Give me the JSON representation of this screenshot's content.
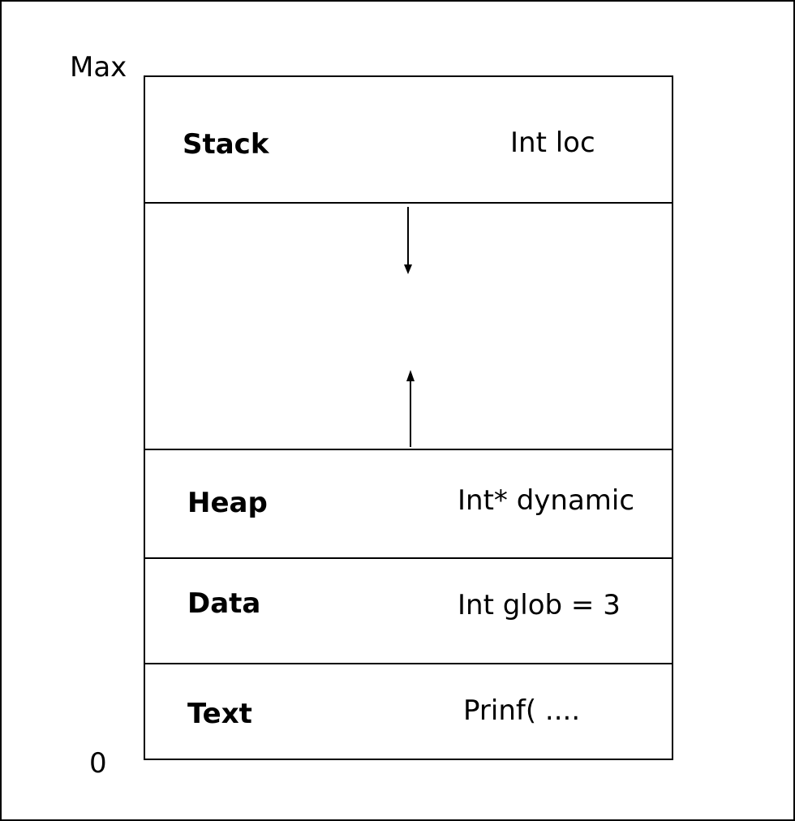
{
  "axis": {
    "top_label": "Max",
    "bottom_label": "0"
  },
  "segments": [
    {
      "name": "Stack",
      "example": "Int loc"
    },
    {
      "name": "Heap",
      "example": "Int* dynamic"
    },
    {
      "name": "Data",
      "example": "Int glob = 3"
    },
    {
      "name": "Text",
      "example": "Prinf( ...."
    }
  ],
  "arrows": [
    {
      "from": "Stack",
      "direction": "down"
    },
    {
      "from": "Heap",
      "direction": "up"
    }
  ],
  "colors": {
    "line": "#000000",
    "background": "#ffffff"
  }
}
